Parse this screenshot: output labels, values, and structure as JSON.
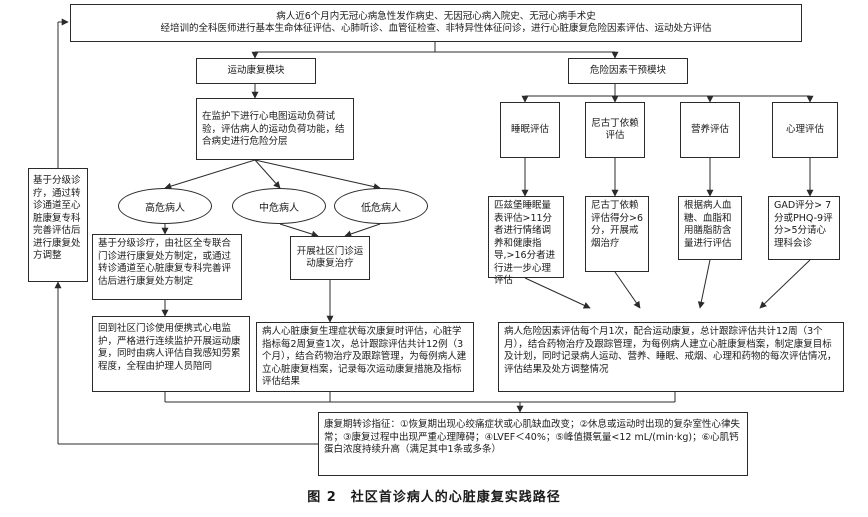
{
  "top_box": {
    "line1": "病人近6个月内无冠心病急性发作病史、无因冠心病入院史、无冠心病手术史",
    "line2": "经培训的全科医师进行基本生命体征评估、心肺听诊、血管征检查、非特异性体征问诊，进行心脏康复危险因素评估、运动处方评估"
  },
  "module_exercise": "运动康复模块",
  "module_risk": "危险因素干预模块",
  "exercise_test": "在监护下进行心电图运动负荷试验，评估病人的运动负荷功能，结合病史进行危险分层",
  "risk_levels": {
    "high": "高危病人",
    "mid": "中危病人",
    "low": "低危病人"
  },
  "high_risk_action": "基于分级诊疗，由社区全专联合门诊进行康复处方制定，或通过转诊通道至心脏康复专科完善评估后进行康复处方制定",
  "clinic_action": "开展社区门诊运动康复治疗",
  "home_followup": "回到社区门诊使用便携式心电监护，严格进行连续监护开展运动康复，同时由病人评估自我感知劳累程度，全程由护理人员陪同",
  "exercise_followup": "病人心脏康复生理症状每次康复时评估，心脏学指标每2周复查1次，总计跟踪评估共计12例（3个月），结合药物治疗及跟踪管理，为每例病人建立心脏康复档案，记录每次运动康复措施及指标评估结果",
  "risk_categories": [
    "睡眠评估",
    "尼古丁依赖评估",
    "营养评估",
    "心理评估"
  ],
  "risk_details": [
    "匹兹堡睡眠量表评估>11分者进行情绪调养和健康指导,>16分者进行进一步心理评估",
    "尼古丁依赖评估得分>6分，开展戒烟治疗",
    "根据病人血糖、血脂和用膳脂肪含量进行评估",
    "GAD评分> 7分或PHQ-9评分>5分请心理科会诊"
  ],
  "risk_followup": "病人危险因素评估每个月1次，配合运动康复，总计跟踪评估共计12周（3个月），结合药物治疗及跟踪管理，为每例病人建立心脏康复档案，制定康复目标及计划，同时记录病人运动、营养、睡眠、戒烟、心理和药物的每次评估情况，评估结果及处方调整情况",
  "referral": "康复期转诊指征：①恢复期出现心绞痛症状或心肌缺血改变；②休息或运动时出现的复杂室性心律失常；③康复过程中出现严重心理障碍；④LVEF＜40%；⑤峰值摄氧量<12 mL/(min·kg)；⑥心肌钙蛋白浓度持续升高（满足其中1条或多条）",
  "left_loop": "基于分级诊疗，通过转诊通道至心脏康复专科完善评估后进行康复处方调整",
  "caption": "图 2　社区首诊病人的心脏康复实践路径"
}
